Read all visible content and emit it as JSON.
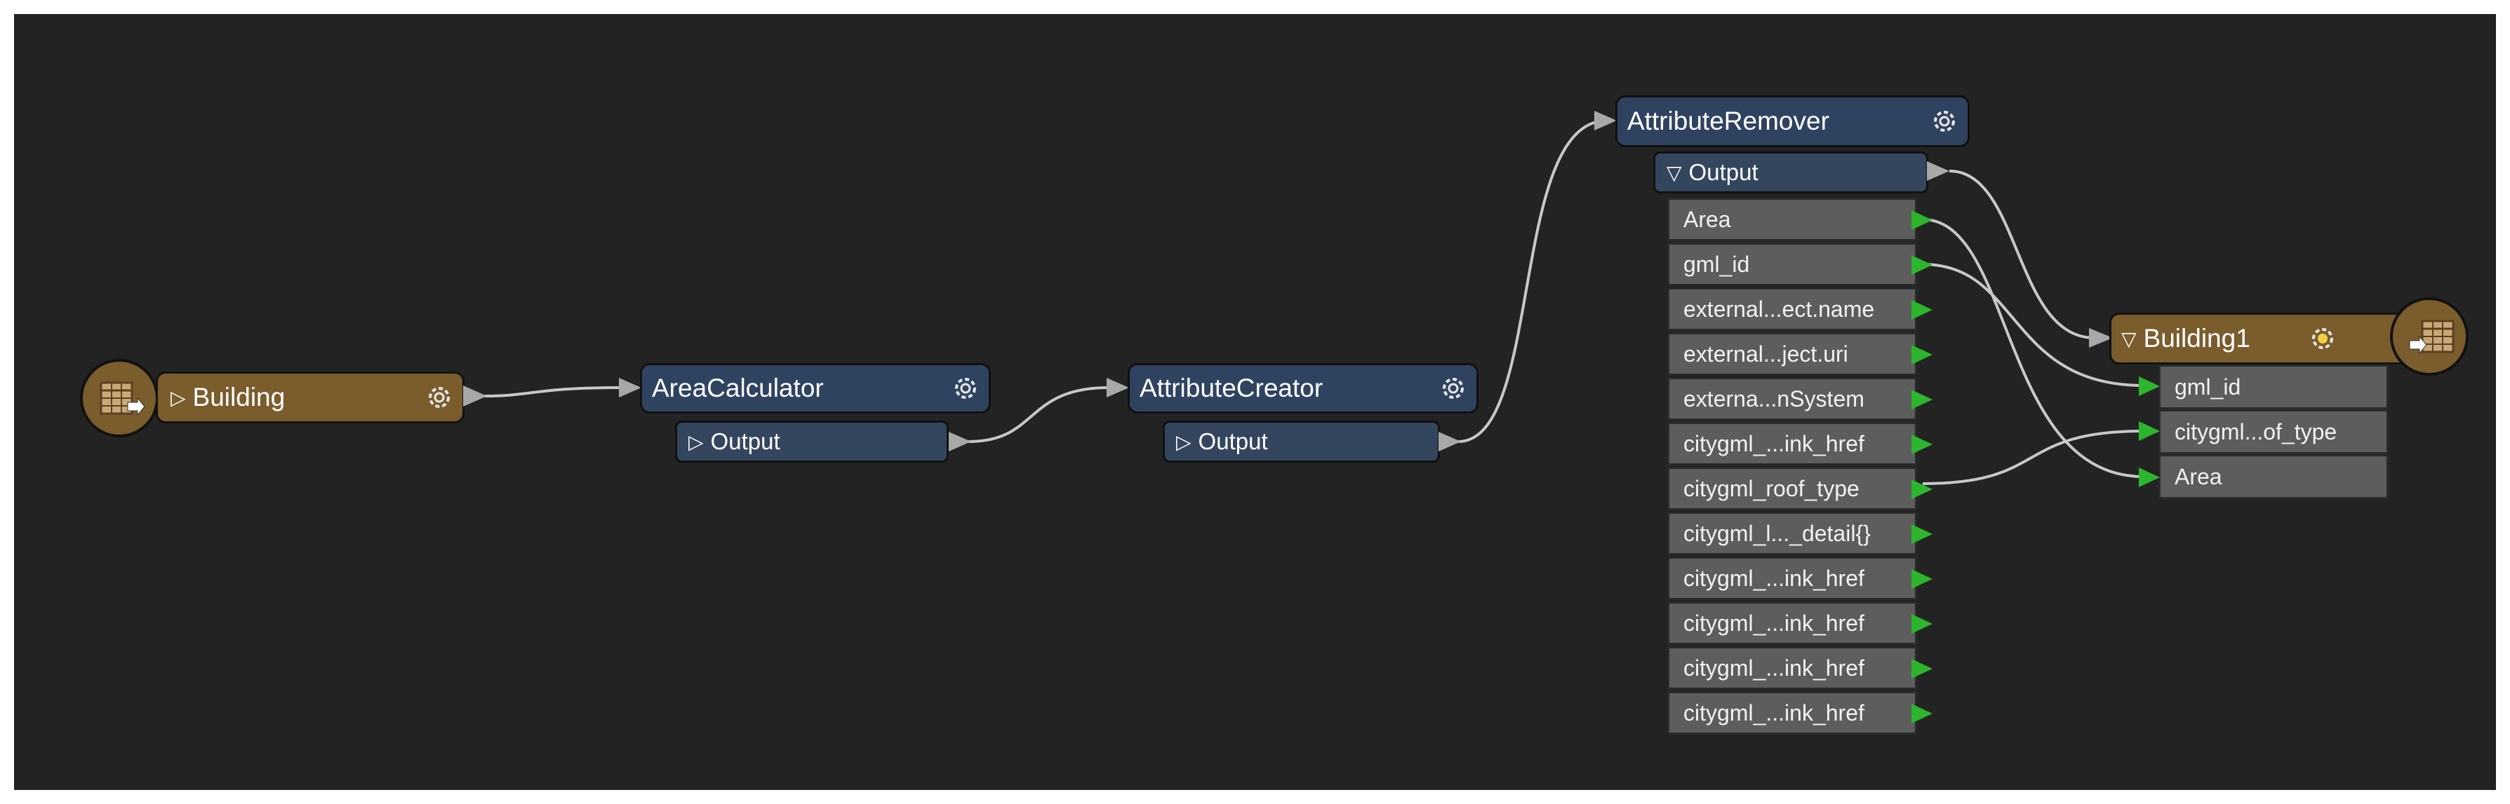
{
  "reader": {
    "label": "Building",
    "icon": "table-icon"
  },
  "area_calculator": {
    "title": "AreaCalculator",
    "output": "Output"
  },
  "attribute_creator": {
    "title": "AttributeCreator",
    "output": "Output"
  },
  "attribute_remover": {
    "title": "AttributeRemover",
    "output": "Output",
    "attributes": [
      "Area",
      "gml_id",
      "external...ect.name",
      "external...ject.uri",
      "externa...nSystem",
      "citygml_...ink_href",
      "citygml_roof_type",
      "citygml_l..._detail{}",
      "citygml_...ink_href",
      "citygml_...ink_href",
      "citygml_...ink_href",
      "citygml_...ink_href"
    ]
  },
  "writer": {
    "label": "Building1",
    "icon": "table-icon",
    "attributes": [
      "gml_id",
      "citygml...of_type",
      "Area"
    ]
  },
  "colors": {
    "canvas": "#232323",
    "transformer": "#2f4361",
    "reader_writer": "#7a5c2d",
    "attribute_row": "#5d5d5d",
    "connector": "#c8c8c8",
    "port_green": "#2db52d"
  }
}
